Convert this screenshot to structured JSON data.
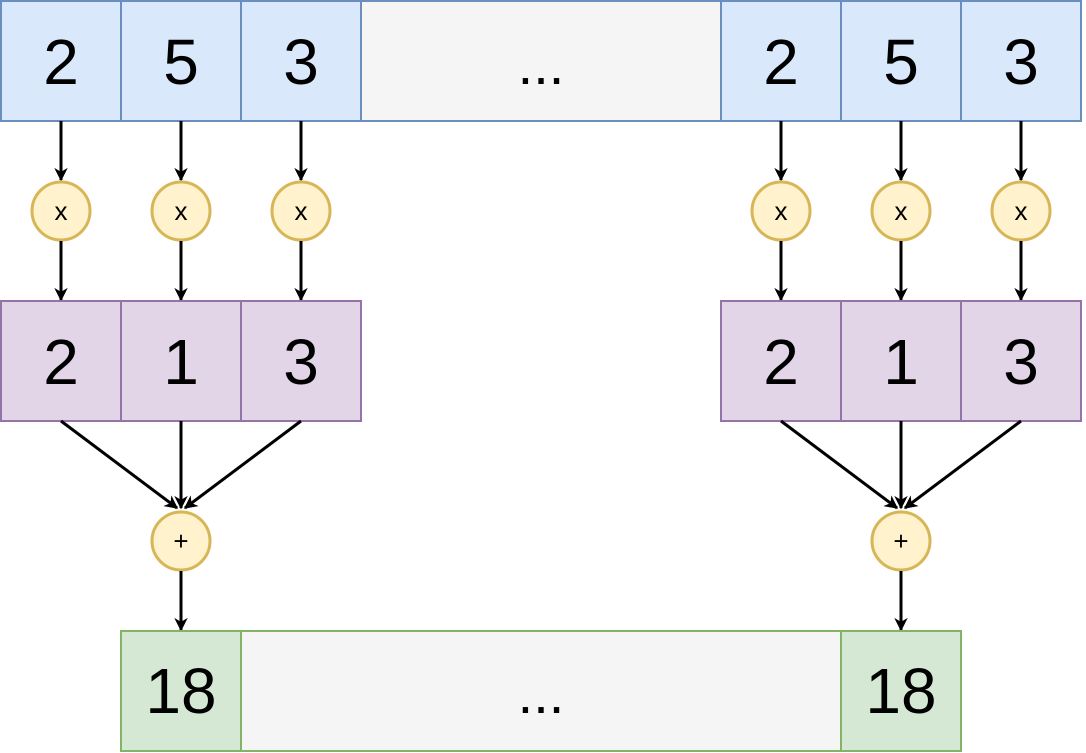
{
  "input_row": {
    "left_values": [
      "2",
      "5",
      "3"
    ],
    "ellipsis": "...",
    "right_values": [
      "2",
      "5",
      "3"
    ]
  },
  "multiply_symbol": "x",
  "kernel_left": [
    "2",
    "1",
    "3"
  ],
  "kernel_right": [
    "2",
    "1",
    "3"
  ],
  "sum_symbol": "+",
  "output_row": {
    "left_value": "18",
    "ellipsis": "...",
    "right_value": "18"
  },
  "colors": {
    "input_fill": "#dae8fc",
    "input_stroke": "#6c8ebf",
    "ellipsis_fill": "#f5f5f5",
    "kernel_fill": "#e1d5e7",
    "kernel_stroke": "#9673a6",
    "op_fill": "#fff2cc",
    "op_stroke": "#d6b656",
    "output_fill": "#d5e8d4",
    "output_stroke": "#82b366",
    "arrow": "#000000"
  }
}
